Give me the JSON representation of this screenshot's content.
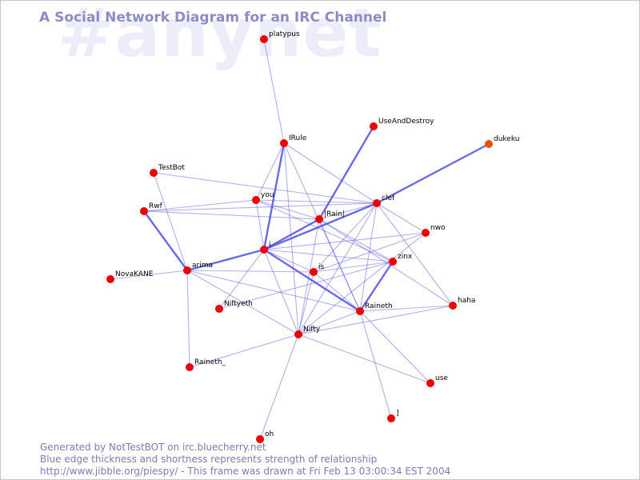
{
  "watermark": "#anynet",
  "title": "A Social Network Diagram for an IRC Channel",
  "footer": {
    "line1": "Generated by NotTestBOT on irc.bluecherry.net",
    "line2": "Blue edge thickness and shortness represents strength of relationship",
    "line3": "http://www.jibble.org/piespy/ - This frame was drawn at Fri Feb 13 03:00:34 EST 2004"
  },
  "colors": {
    "node": "#ee0000",
    "node_highlight": "#e85010",
    "edge": "#5050e0",
    "title": "#8c8cc4",
    "watermark": "#ededfa"
  },
  "nodes": [
    {
      "id": "platypus",
      "label": "platypus"
    },
    {
      "id": "useanddestroy",
      "label": "UseAndDestroy"
    },
    {
      "id": "dukeku",
      "label": "dukeku",
      "highlight": true
    },
    {
      "id": "irule",
      "label": "IRule"
    },
    {
      "id": "testbot",
      "label": "TestBot"
    },
    {
      "id": "you",
      "label": "you"
    },
    {
      "id": "clef",
      "label": "clef"
    },
    {
      "id": "rwf",
      "label": "Rwf"
    },
    {
      "id": "irain",
      "label": "|Rain|"
    },
    {
      "id": "nwo",
      "label": "nwo"
    },
    {
      "id": "i",
      "label": "i"
    },
    {
      "id": "zinx",
      "label": "zinx"
    },
    {
      "id": "arima",
      "label": "arima"
    },
    {
      "id": "is",
      "label": "is"
    },
    {
      "id": "novakane",
      "label": "NovaKANE"
    },
    {
      "id": "niftyeth",
      "label": "Niftyeth"
    },
    {
      "id": "raineth",
      "label": "Raineth"
    },
    {
      "id": "haha",
      "label": "haha"
    },
    {
      "id": "nifty",
      "label": "Nifty"
    },
    {
      "id": "raineth_",
      "label": "Raineth_"
    },
    {
      "id": "use",
      "label": "use"
    },
    {
      "id": "bracket",
      "label": "]"
    },
    {
      "id": "oh",
      "label": "oh"
    }
  ],
  "edges": [
    {
      "source": "platypus",
      "target": "irule"
    },
    {
      "source": "useanddestroy",
      "target": "irain"
    },
    {
      "source": "dukeku",
      "target": "clef"
    },
    {
      "source": "irule",
      "target": "i"
    },
    {
      "source": "irule",
      "target": "raineth"
    },
    {
      "source": "irule",
      "target": "you"
    },
    {
      "source": "irule",
      "target": "clef"
    },
    {
      "source": "irule",
      "target": "nifty"
    },
    {
      "source": "testbot",
      "target": "clef"
    },
    {
      "source": "testbot",
      "target": "arima"
    },
    {
      "source": "you",
      "target": "rwf"
    },
    {
      "source": "you",
      "target": "clef"
    },
    {
      "source": "you",
      "target": "i"
    },
    {
      "source": "you",
      "target": "zinx"
    },
    {
      "source": "you",
      "target": "irain"
    },
    {
      "source": "rwf",
      "target": "arima"
    },
    {
      "source": "rwf",
      "target": "clef"
    },
    {
      "source": "rwf",
      "target": "irain"
    },
    {
      "source": "clef",
      "target": "i"
    },
    {
      "source": "clef",
      "target": "raineth"
    },
    {
      "source": "clef",
      "target": "nwo"
    },
    {
      "source": "clef",
      "target": "is"
    },
    {
      "source": "clef",
      "target": "irain"
    },
    {
      "source": "clef",
      "target": "nifty"
    },
    {
      "source": "irain",
      "target": "i"
    },
    {
      "source": "irain",
      "target": "nifty"
    },
    {
      "source": "irain",
      "target": "raineth"
    },
    {
      "source": "irain",
      "target": "haha"
    },
    {
      "source": "irain",
      "target": "zinx"
    },
    {
      "source": "i",
      "target": "arima"
    },
    {
      "source": "i",
      "target": "is"
    },
    {
      "source": "i",
      "target": "zinx"
    },
    {
      "source": "i",
      "target": "raineth"
    },
    {
      "source": "i",
      "target": "nifty"
    },
    {
      "source": "i",
      "target": "nwo"
    },
    {
      "source": "i",
      "target": "niftyeth"
    },
    {
      "source": "is",
      "target": "zinx"
    },
    {
      "source": "is",
      "target": "raineth"
    },
    {
      "source": "is",
      "target": "nifty"
    },
    {
      "source": "is",
      "target": "arima"
    },
    {
      "source": "is",
      "target": "nwo"
    },
    {
      "source": "zinx",
      "target": "raineth"
    },
    {
      "source": "arima",
      "target": "novakane"
    },
    {
      "source": "arima",
      "target": "nifty"
    },
    {
      "source": "arima",
      "target": "raineth"
    },
    {
      "source": "niftyeth",
      "target": "zinx"
    },
    {
      "source": "raineth",
      "target": "nifty"
    },
    {
      "source": "raineth",
      "target": "haha"
    },
    {
      "source": "raineth",
      "target": "bracket"
    },
    {
      "source": "raineth",
      "target": "use"
    },
    {
      "source": "nifty",
      "target": "haha"
    },
    {
      "source": "nifty",
      "target": "raineth_"
    },
    {
      "source": "nifty",
      "target": "oh"
    },
    {
      "source": "nifty",
      "target": "use"
    },
    {
      "source": "nifty",
      "target": "nwo"
    },
    {
      "source": "raineth_",
      "target": "arima"
    },
    {
      "source": "haha",
      "target": "clef"
    }
  ]
}
